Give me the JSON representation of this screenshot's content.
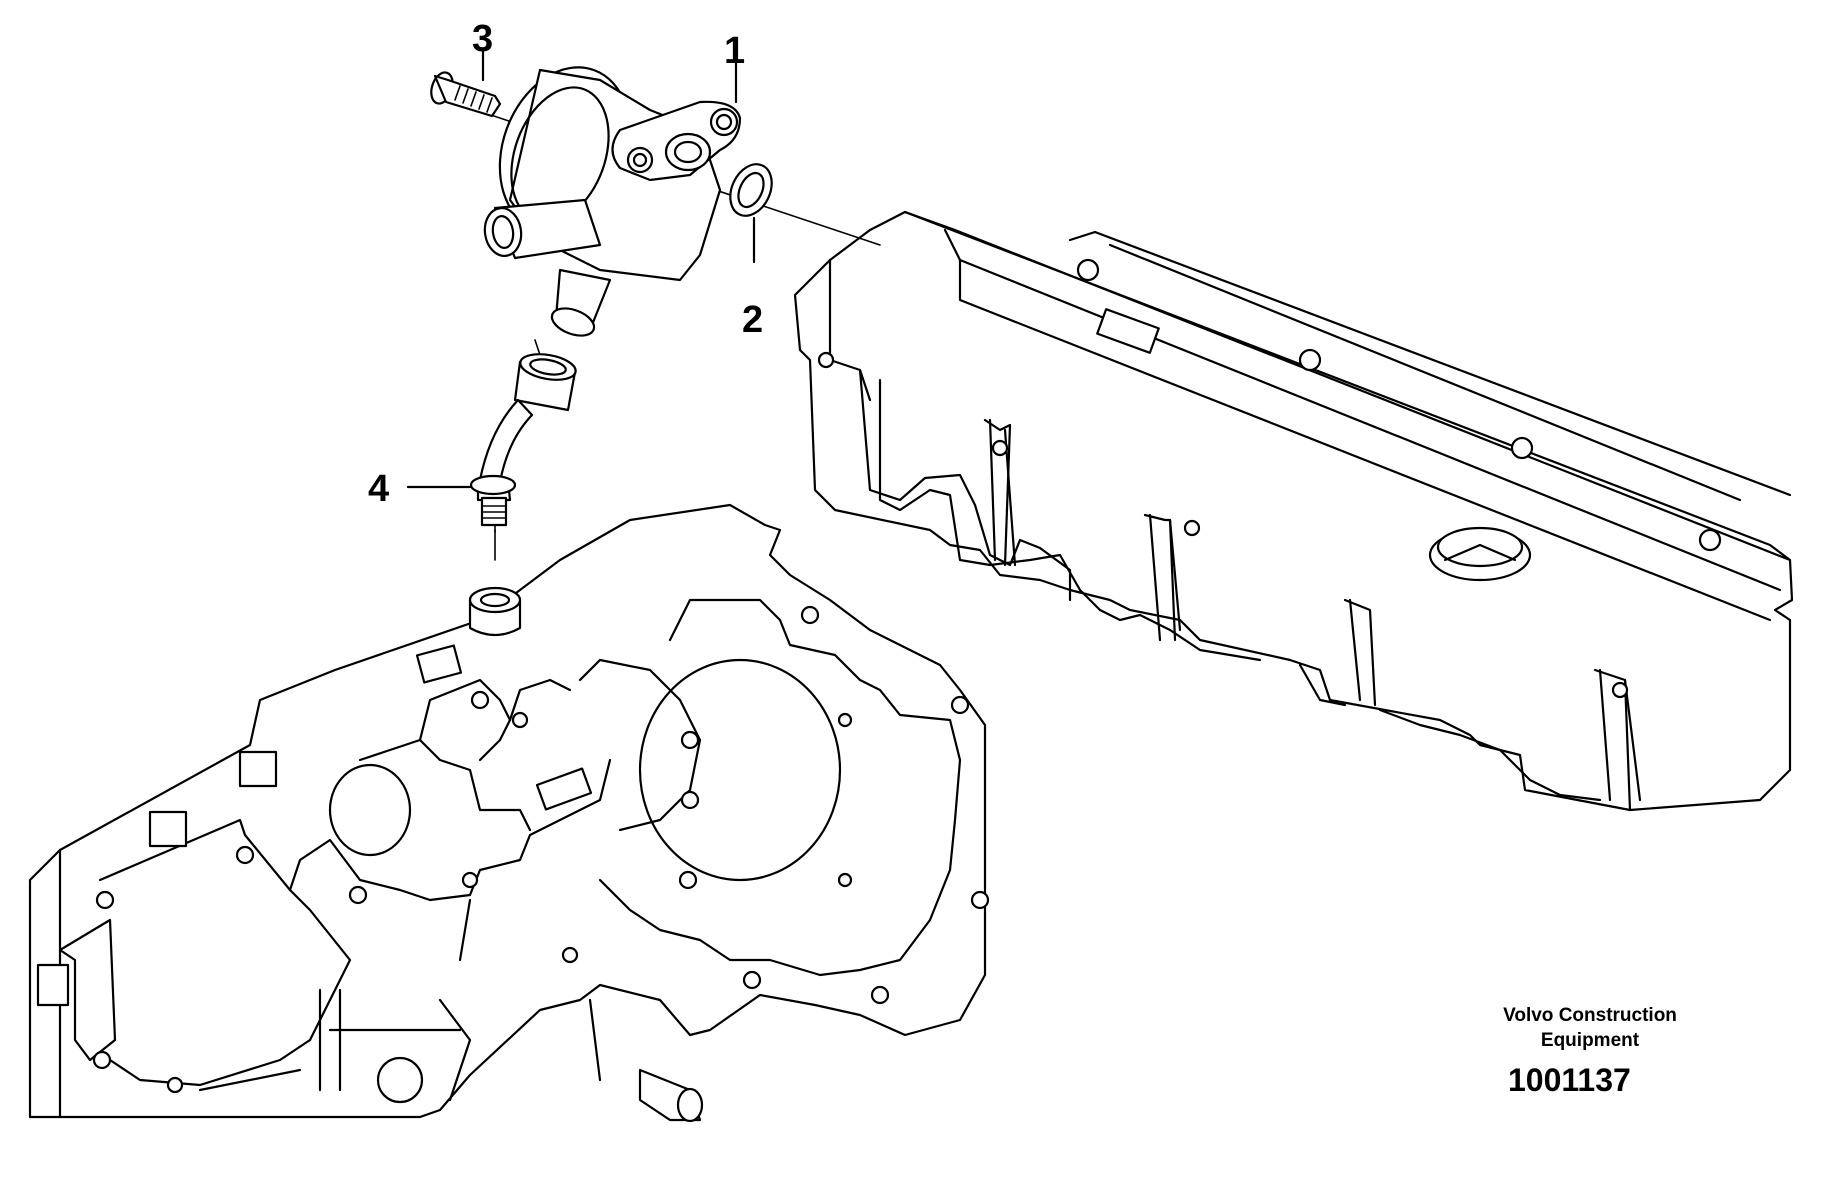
{
  "callouts": [
    {
      "id": "1",
      "label": "1"
    },
    {
      "id": "2",
      "label": "2"
    },
    {
      "id": "3",
      "label": "3"
    },
    {
      "id": "4",
      "label": "4"
    }
  ],
  "footer": {
    "company_line1": "Volvo Construction",
    "company_line2": "Equipment",
    "part_number": "1001137"
  }
}
